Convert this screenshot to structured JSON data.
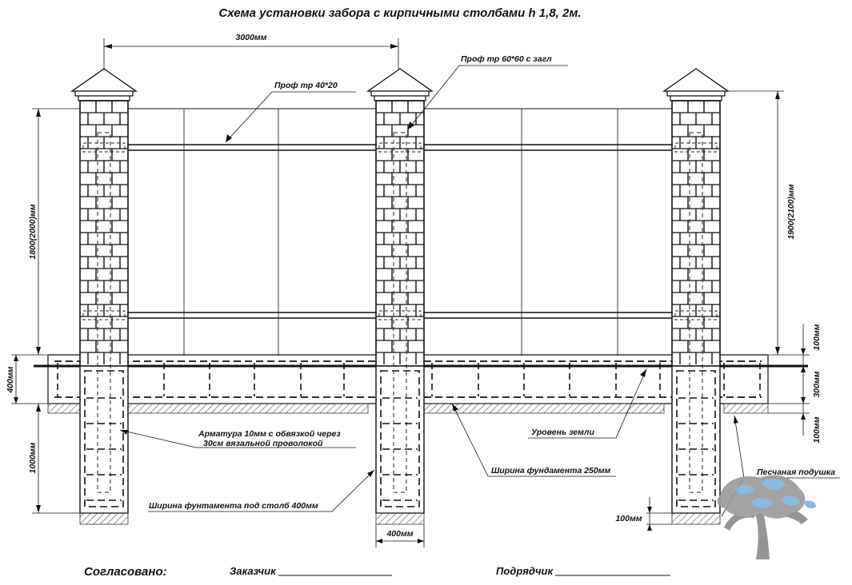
{
  "title": "Схема установки забора с кирпичными столбами h 1,8, 2м.",
  "dimensions": {
    "span": "3000мм",
    "height_left": "1800(2000)мм",
    "height_right": "1900(2100)мм",
    "plinth_above": "400мм",
    "post_foundation_depth": "1000мм",
    "above_ground": "100мм",
    "strip_height": "300мм",
    "below_ground": "100мм",
    "post_width": "400мм",
    "sand_layer": "100мм"
  },
  "callouts": {
    "rail_profile": "Проф тр 40*20",
    "post_profile": "Проф тр 60*60 с загл",
    "rebar_line1": "Арматура 10мм с обвязкой через",
    "rebar_line2": "30см вязальной проволокой",
    "ground_level": "Уровень земли",
    "strip_width": "Ширина фундамента 250мм",
    "post_foundation_width": "Ширина фунтамента под столб 400мм",
    "sand_cushion": "Песчаная подушка"
  },
  "signatures": {
    "approved": "Согласовано:",
    "customer": "Заказчик",
    "contractor": "Подрядчик"
  },
  "colors": {
    "ink": "#111111",
    "logo": "#8a8a8a",
    "logo_leaves": "#7fb2de"
  }
}
